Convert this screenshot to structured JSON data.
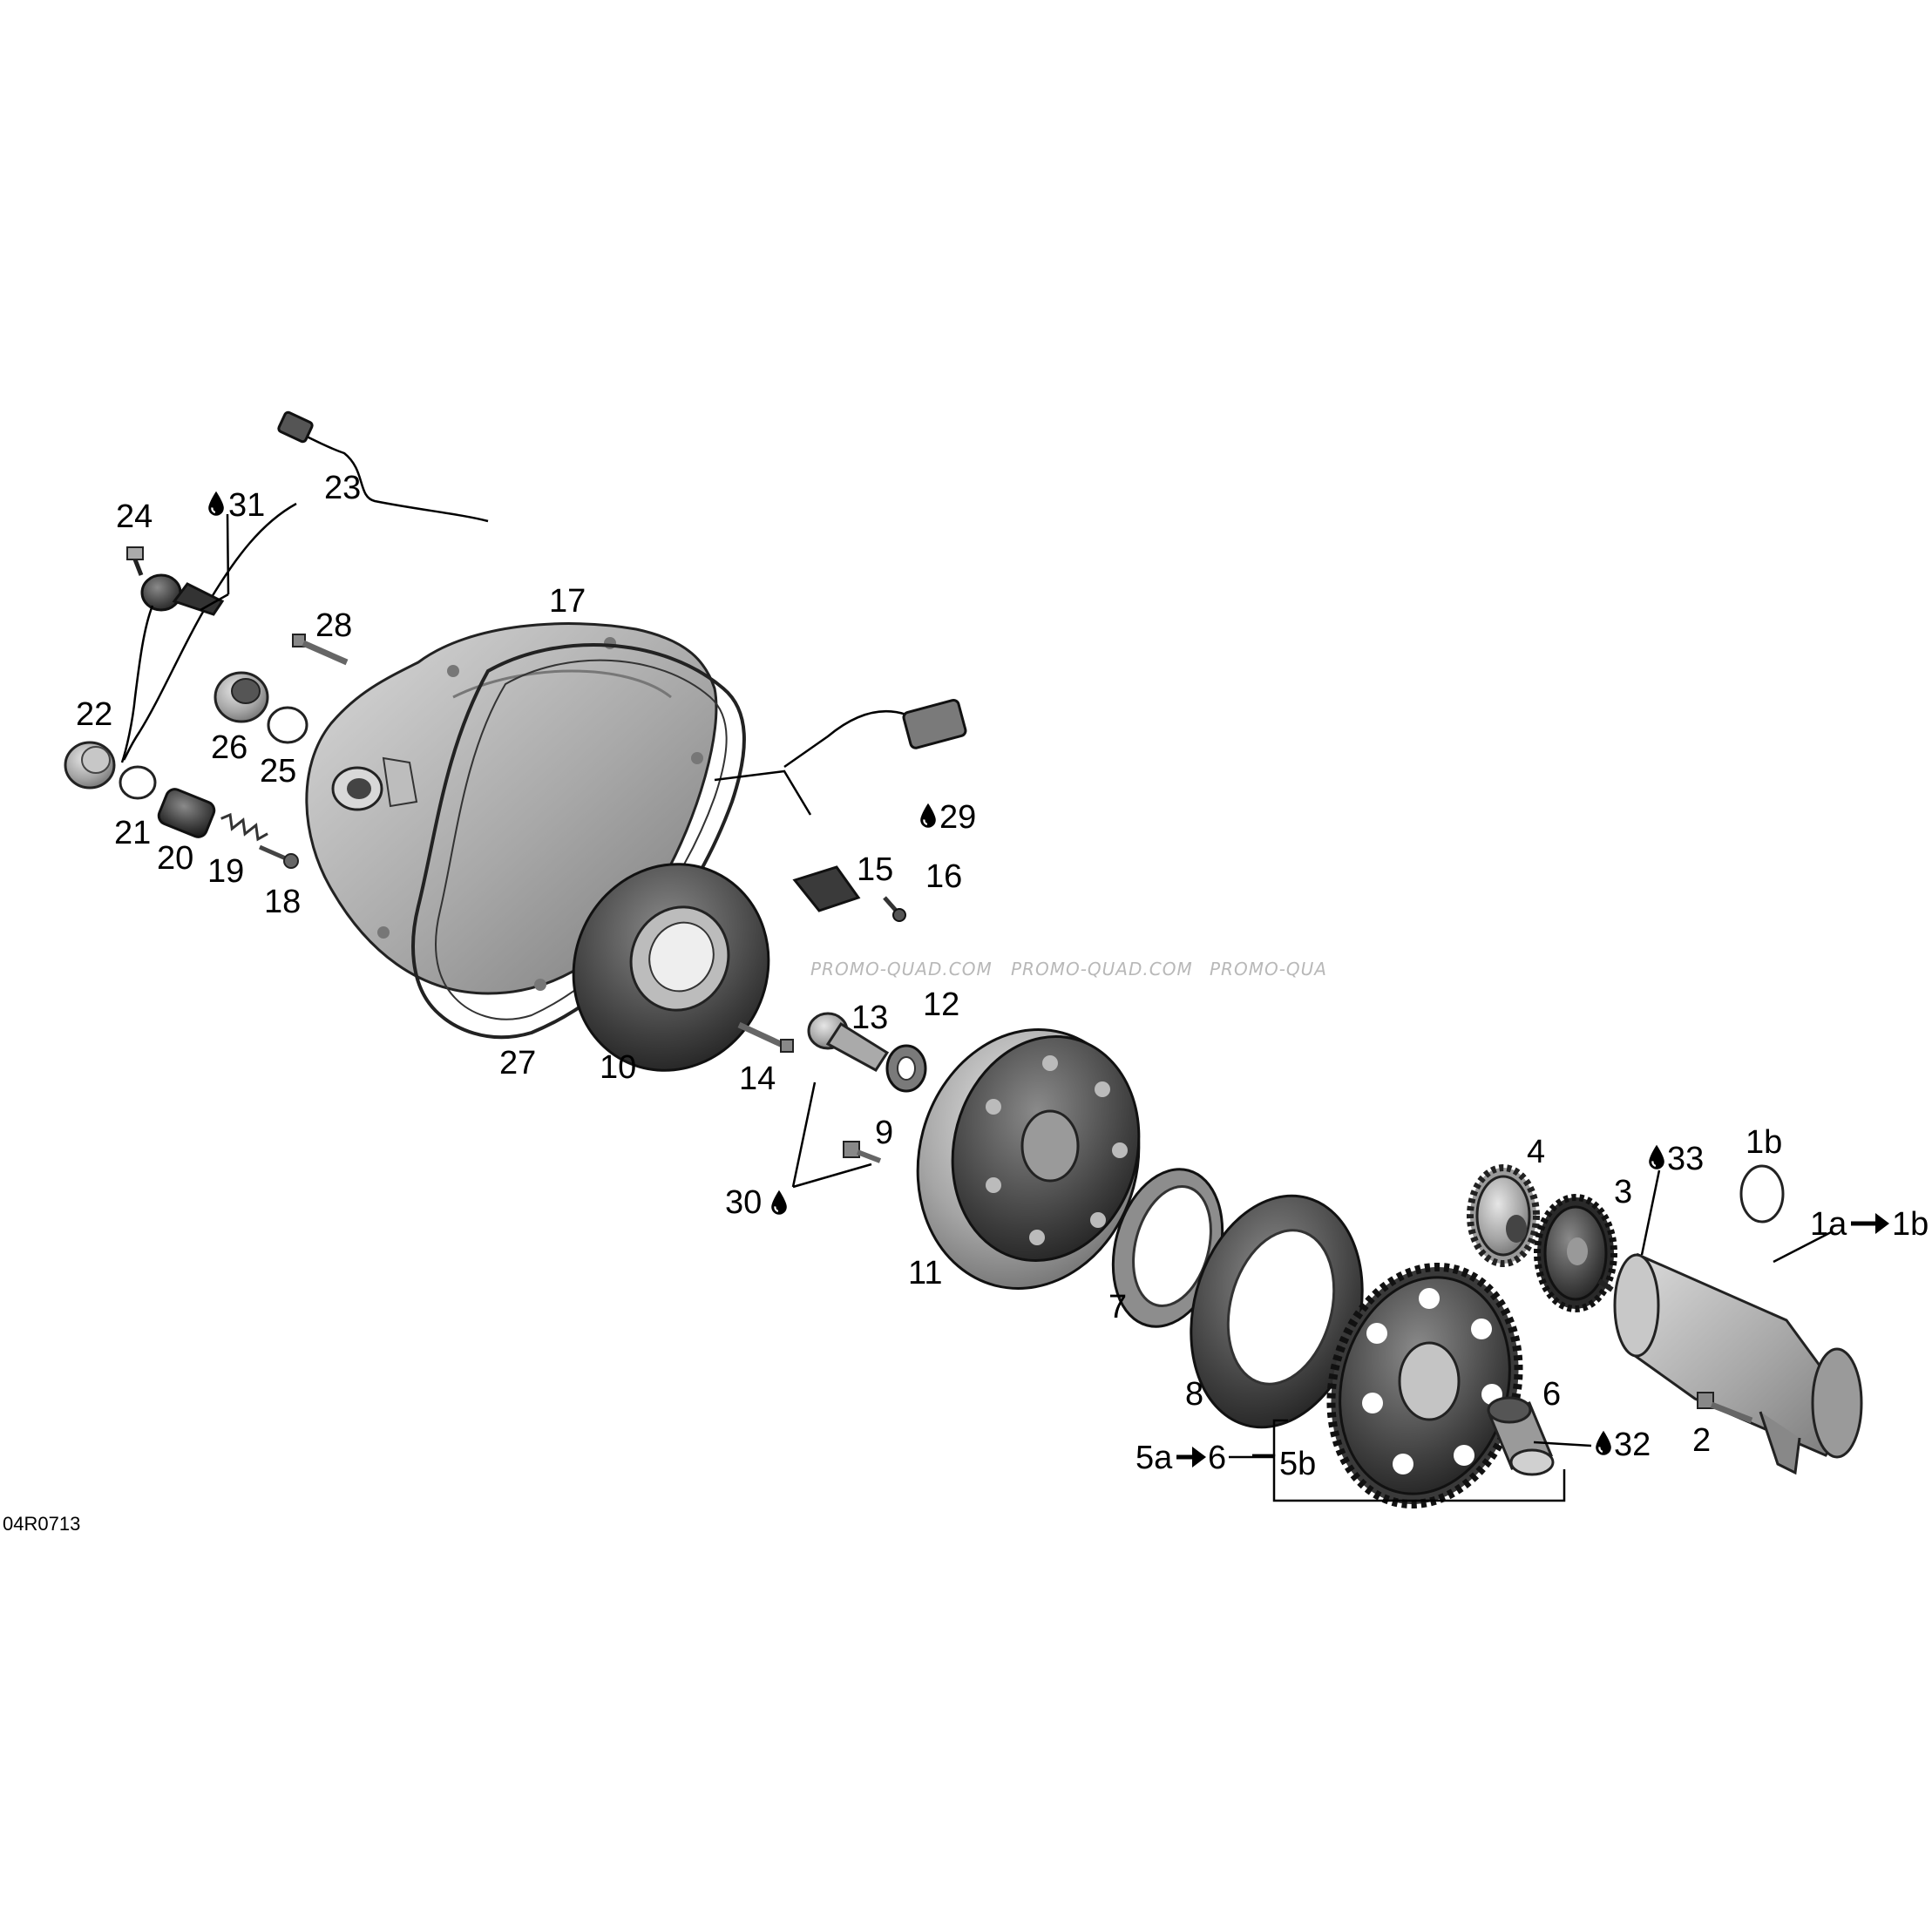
{
  "diagram_code": "04R0713",
  "watermark": [
    "PROMO-QUAD.COM",
    "PROMO-QUAD.COM",
    "PROMO-QUA"
  ],
  "labels": {
    "l1a": "1a",
    "l1b_to": "1b",
    "l1b": "1b",
    "l2": "2",
    "l3": "3",
    "l4": "4",
    "l5a": "5a",
    "l5a_to": "6",
    "l5b": "5b",
    "l6": "6",
    "l7": "7",
    "l8": "8",
    "l9": "9",
    "l10": "10",
    "l11": "11",
    "l12": "12",
    "l13": "13",
    "l14": "14",
    "l15": "15",
    "l16": "16",
    "l17": "17",
    "l18": "18",
    "l19": "19",
    "l20": "20",
    "l21": "21",
    "l22": "22",
    "l23": "23",
    "l24": "24",
    "l25": "25",
    "l26": "26",
    "l27": "27",
    "l28": "28",
    "l29": "29",
    "l30": "30",
    "l31": "31",
    "l32": "32",
    "l33": "33"
  },
  "icons": {
    "drop": "oil-drop-icon",
    "arrow": "right-arrow-icon"
  },
  "colors": {
    "part_fill": "#9a9a9a",
    "part_dark": "#4a4a4a",
    "part_light": "#cfcfcf",
    "watermark": "#b8b8b8"
  }
}
